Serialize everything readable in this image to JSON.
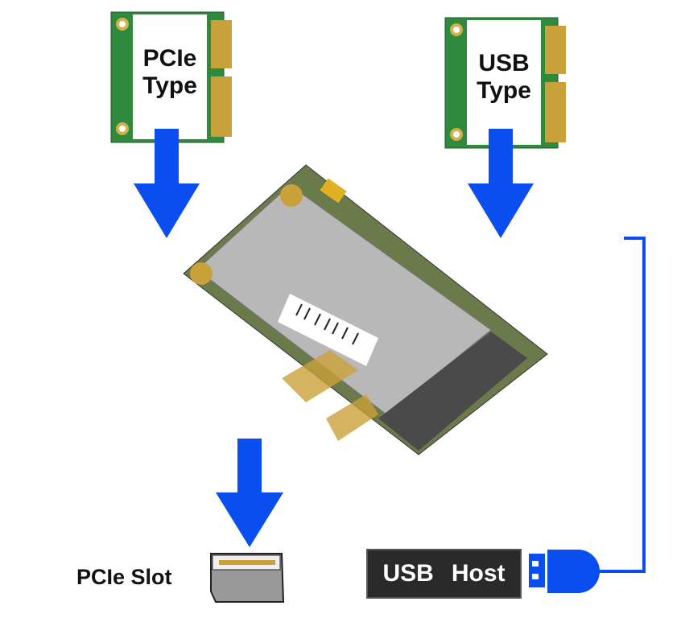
{
  "cards": {
    "pcie": {
      "line1": "PCIe",
      "line2": "Type"
    },
    "usb": {
      "line1": "USB",
      "line2": "Type"
    }
  },
  "pcie_slot": {
    "label": "PCIe Slot"
  },
  "usb_host": {
    "word1": "USB",
    "word2": "Host"
  },
  "colors": {
    "arrow": "#0a4ef0",
    "pcb": "#2f8a3e",
    "shield": "#b8b8b8",
    "host_bg": "#2a2a2a"
  }
}
